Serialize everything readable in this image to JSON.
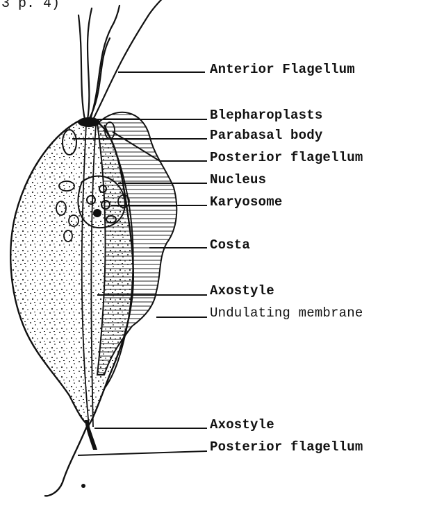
{
  "page_ref": "3 p. 4)",
  "labels": {
    "anterior_flagellum": "Anterior Flagellum",
    "blepharoplasts": "Blepharoplasts",
    "parabasal_body": "Parabasal body",
    "posterior_flagellum_top": "Posterior flagellum",
    "nucleus": "Nucleus",
    "karyosome": "Karyosome",
    "costa": "Costa",
    "axostyle_top": "Axostyle",
    "undulating_membrane": "Undulating membrane",
    "axostyle_bottom": "Axostyle",
    "posterior_flagellum_bottom": "Posterior flagellum"
  }
}
